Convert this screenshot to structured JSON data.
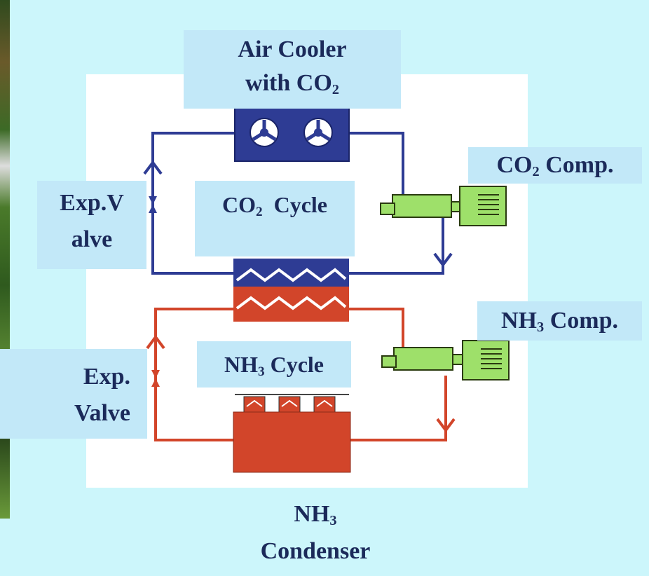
{
  "labels": {
    "air_cooler_line1": "Air Cooler",
    "air_cooler_line2": "with CO",
    "air_cooler_sub": "2",
    "co2_comp": "CO",
    "co2_comp_sub": "2",
    "co2_comp_rest": " Comp.",
    "co2_cycle": "CO",
    "co2_cycle_sub": "2",
    "co2_cycle_rest": "  Cycle",
    "exp_valve_co2_line1": "Exp.V",
    "exp_valve_co2_line2": "alve",
    "nh3_comp": "NH",
    "nh3_comp_sub": "3",
    "nh3_comp_rest": " Comp.",
    "nh3_cycle": "NH",
    "nh3_cycle_sub": "3",
    "nh3_cycle_rest": " Cycle",
    "exp_valve_nh3_line1": "Exp.",
    "exp_valve_nh3_line2": "Valve",
    "nh3_condenser_line1": "NH",
    "nh3_condenser_sub": "3",
    "nh3_condenser_line2": "Condenser"
  },
  "colors": {
    "background": "#ccf6fb",
    "label_box": "#c2e8f8",
    "co2_loop": "#2e3c94",
    "nh3_loop": "#d2452a",
    "compressor": "#9ee06a",
    "text": "#1b2a5a"
  }
}
